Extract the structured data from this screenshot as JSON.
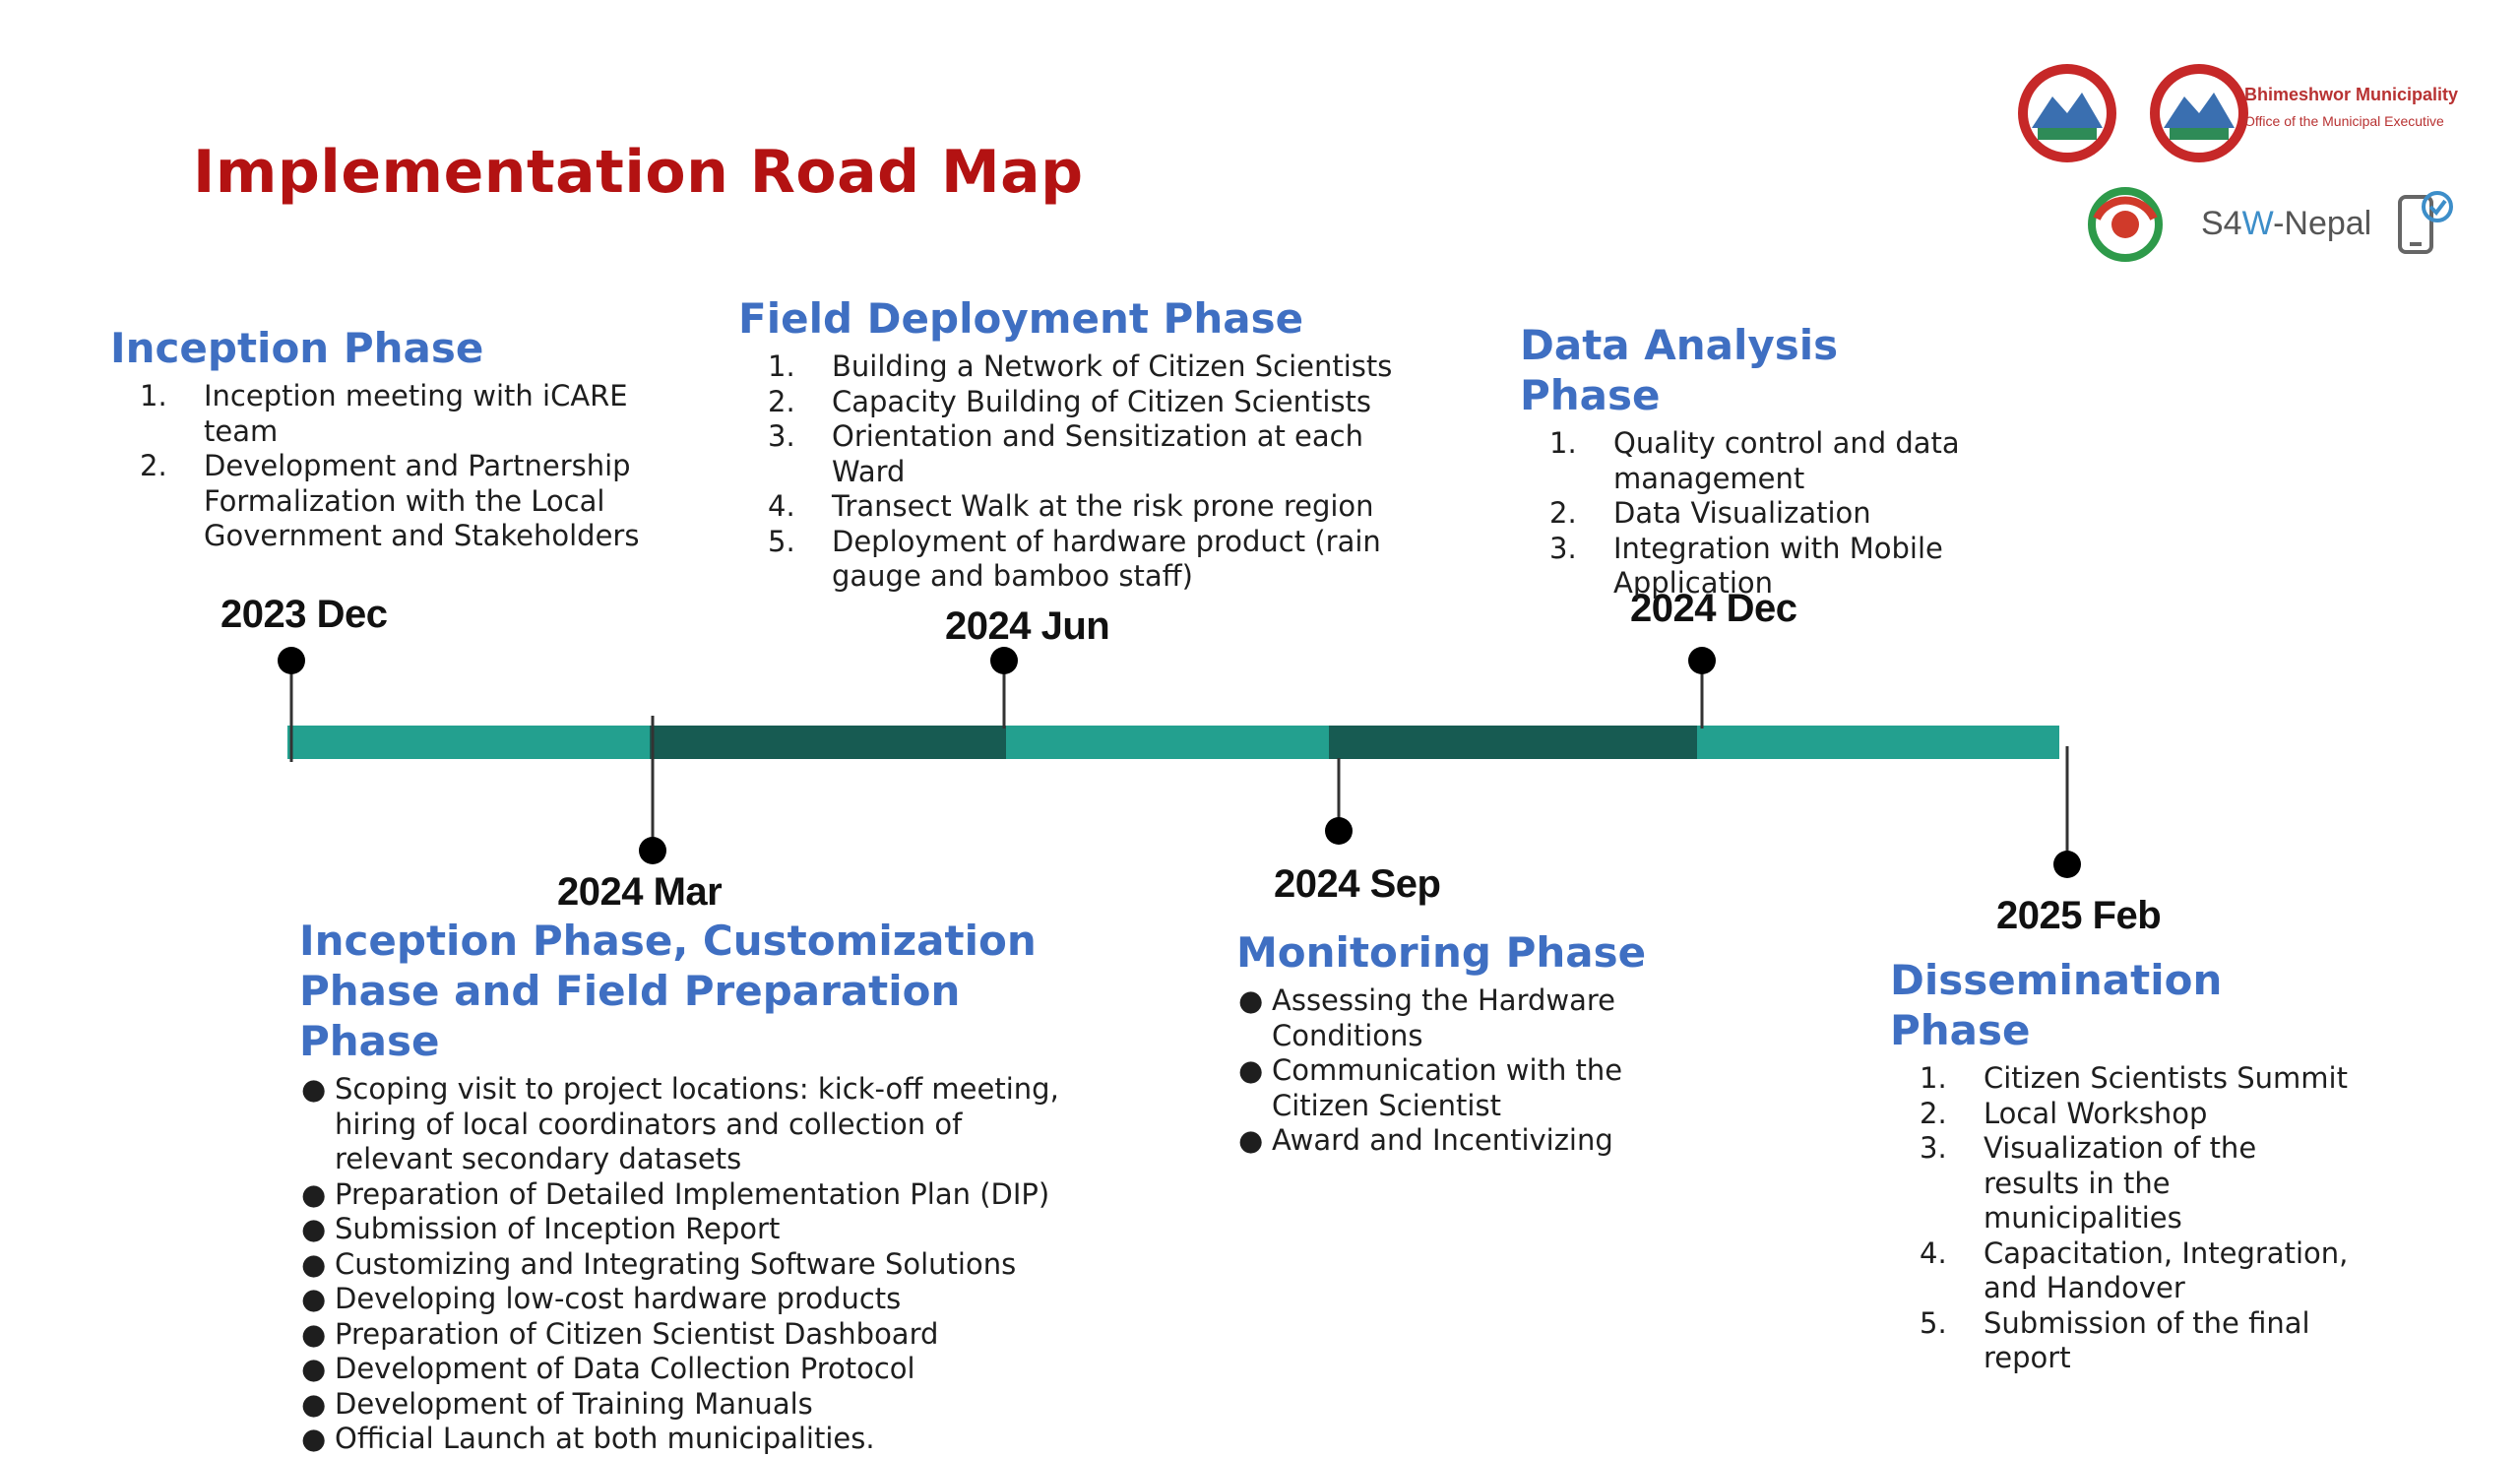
{
  "title": "Implementation Road Map",
  "logos": {
    "municipality_name": "Bhimeshwor Municipality",
    "municipality_office": "Office of the Municipal Executive",
    "s4w_prefix": "S4",
    "s4w_accent": "W",
    "s4w_suffix": "-Nepal"
  },
  "milestones": [
    {
      "date": "2023 Dec"
    },
    {
      "date": "2024 Mar"
    },
    {
      "date": "2024 Jun"
    },
    {
      "date": "2024 Sep"
    },
    {
      "date": "2024 Dec"
    },
    {
      "date": "2025 Feb"
    }
  ],
  "phases": {
    "inception": {
      "title": "Inception Phase",
      "items": [
        {
          "num": "1.",
          "text": "Inception meeting with iCARE team"
        },
        {
          "num": "2.",
          "text": "Development and Partnership Formalization with the Local Government and Stakeholders"
        }
      ]
    },
    "customization": {
      "title_line1": "Inception Phase, Customization",
      "title_line2": "Phase and  Field Preparation Phase",
      "bullet": "●",
      "items": [
        "Scoping visit to project locations: kick-off meeting, hiring of local coordinators and collection of relevant secondary datasets",
        "Preparation of Detailed Implementation Plan (DIP)",
        "Submission of Inception Report",
        "Customizing and Integrating Software Solutions",
        "Developing low-cost hardware products",
        "Preparation of Citizen Scientist Dashboard",
        "Development of Data Collection Protocol",
        "Development of Training Manuals",
        "Official Launch at both municipalities."
      ]
    },
    "field_deployment": {
      "title": "Field Deployment Phase",
      "items": [
        {
          "num": "1.",
          "text": "Building a Network of Citizen Scientists"
        },
        {
          "num": "2.",
          "text": "Capacity Building of Citizen Scientists"
        },
        {
          "num": "3.",
          "text": "Orientation and Sensitization at each Ward"
        },
        {
          "num": "4.",
          "text": "Transect Walk at the risk prone region"
        },
        {
          "num": "5.",
          "text": "Deployment of hardware product (rain gauge and bamboo staff)"
        }
      ]
    },
    "monitoring": {
      "title": "Monitoring Phase",
      "bullet": "●",
      "items": [
        "Assessing the Hardware Conditions",
        "Communication with the Citizen Scientist",
        "Award and Incentivizing"
      ]
    },
    "data_analysis": {
      "title": "Data Analysis Phase",
      "items": [
        {
          "num": "1.",
          "text": "Quality control and data management"
        },
        {
          "num": "2.",
          "text": "Data Visualization"
        },
        {
          "num": "3.",
          "text": "Integration with Mobile Application"
        }
      ]
    },
    "dissemination": {
      "title": "Dissemination Phase",
      "items": [
        {
          "num": "1.",
          "text": "Citizen Scientists Summit"
        },
        {
          "num": "2.",
          "text": "Local Workshop"
        },
        {
          "num": "3.",
          "text": "Visualization of the results in the municipalities"
        },
        {
          "num": "4.",
          "text": "Capacitation, Integration, and Handover"
        },
        {
          "num": "5.",
          "text": "Submission of the final report"
        }
      ]
    }
  },
  "colors": {
    "title": "#b31212",
    "phase_heading": "#3f6fc2",
    "bar_light": "#23a08f",
    "bar_dark": "#175b52",
    "marker": "#000000"
  }
}
